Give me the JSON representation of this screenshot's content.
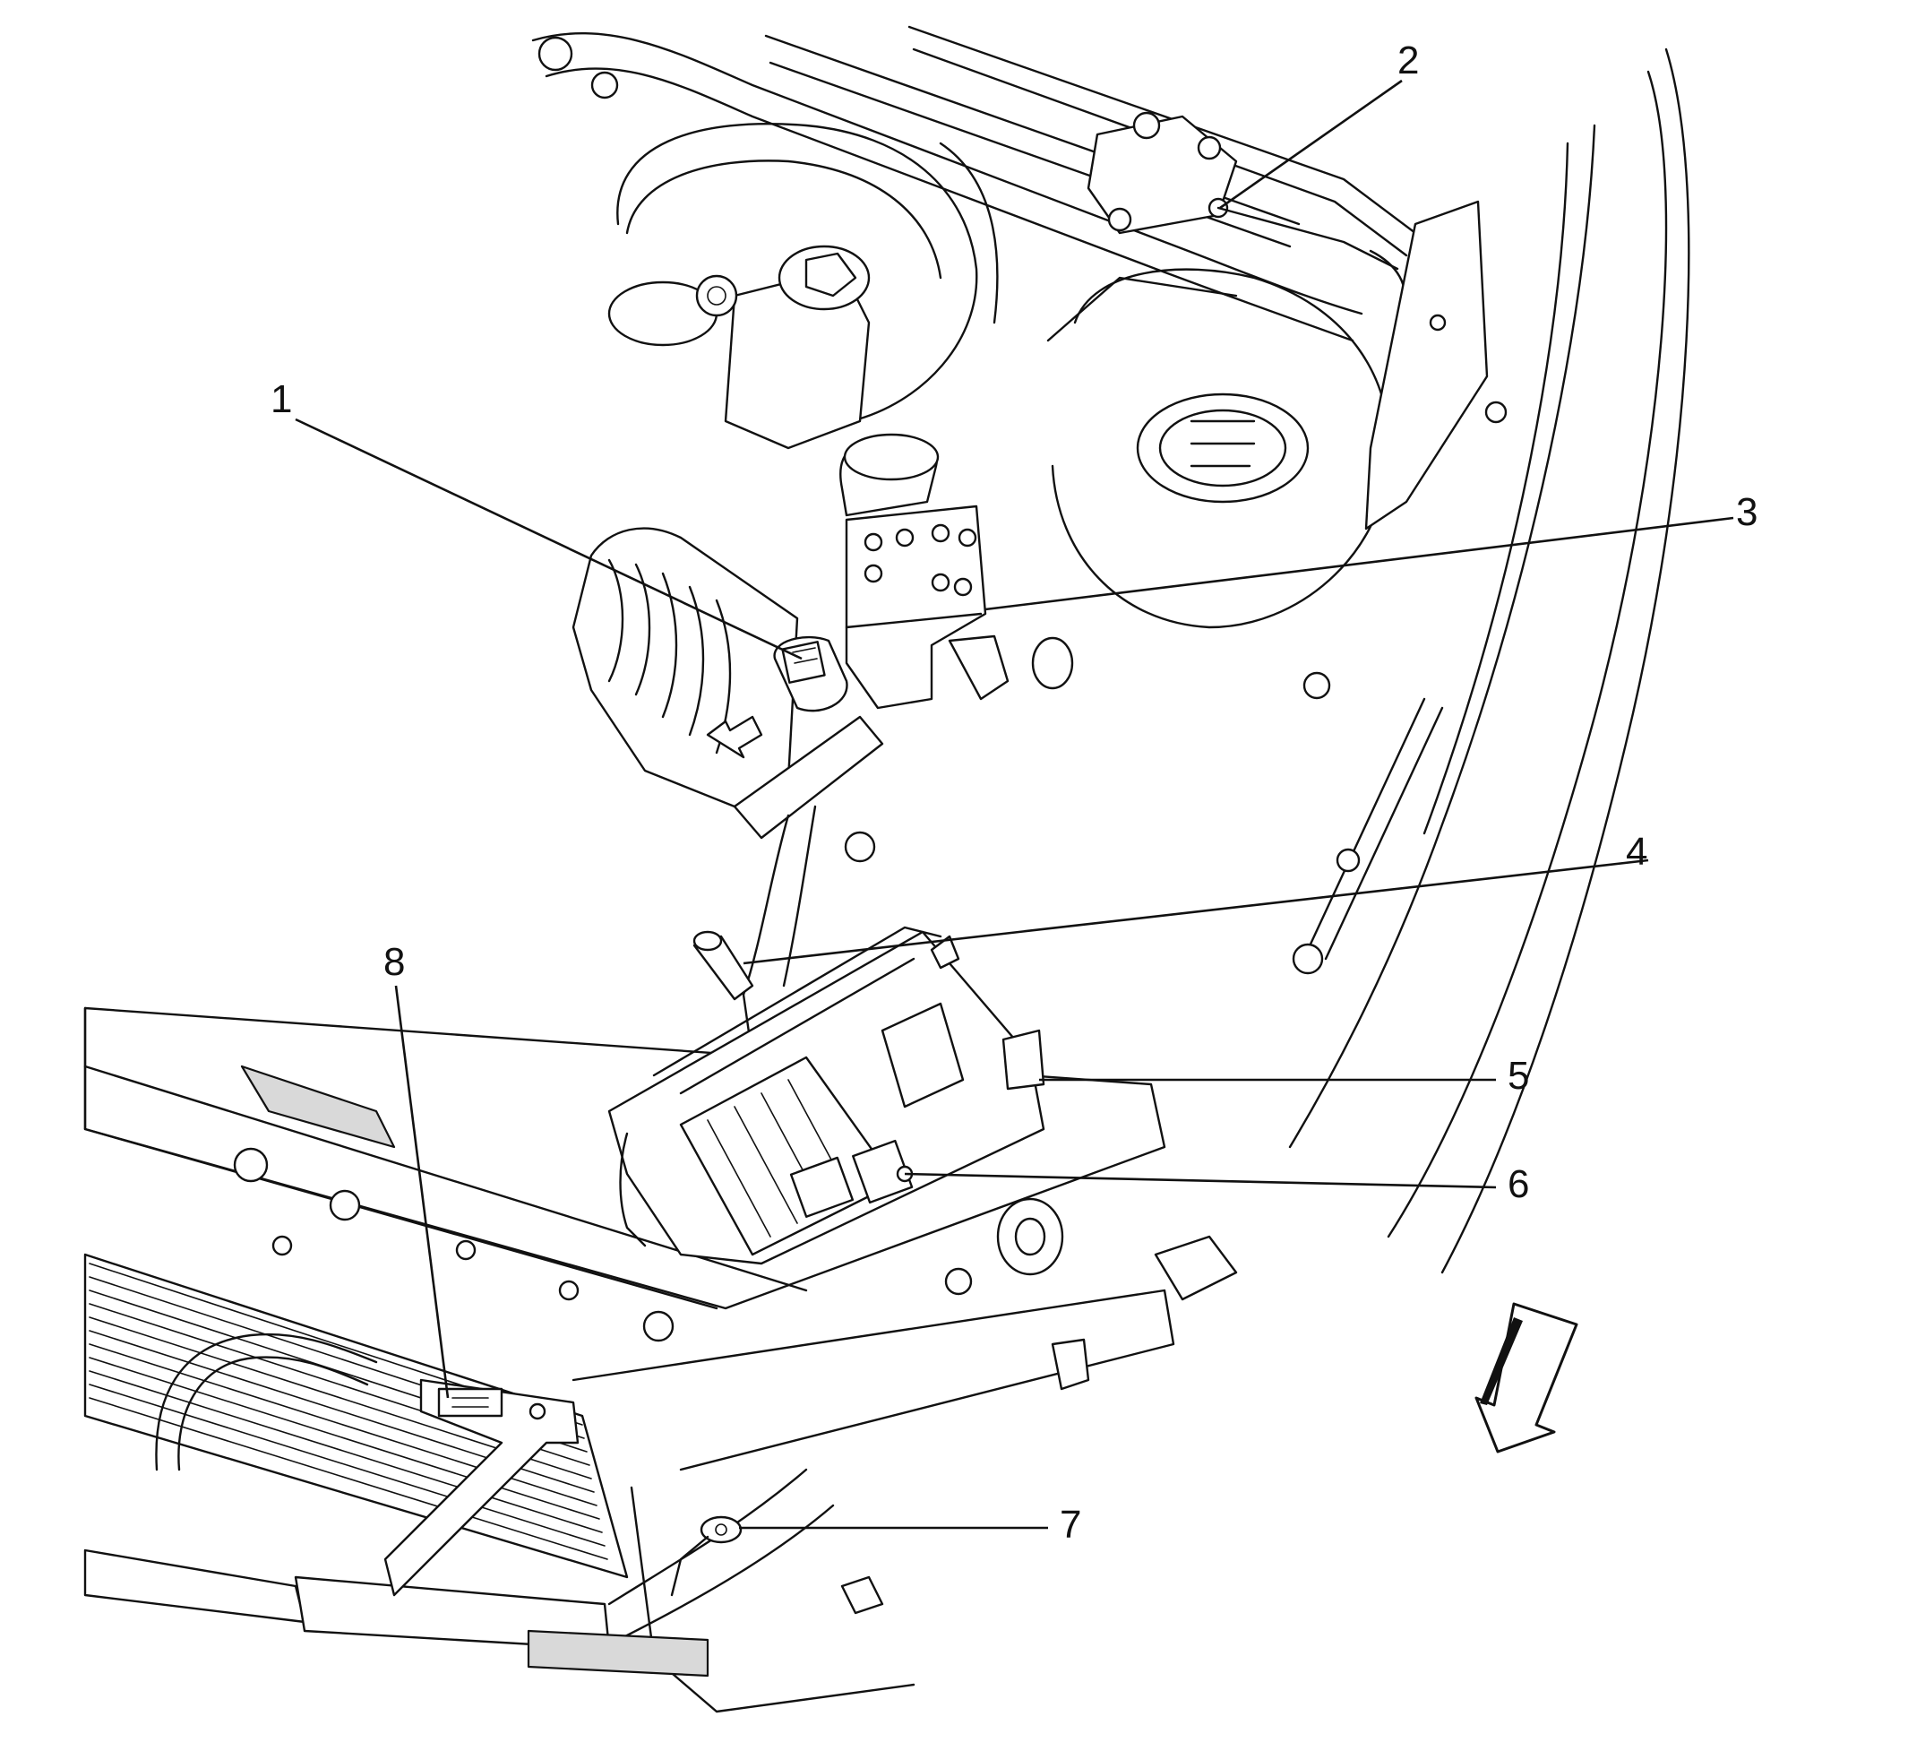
{
  "callouts": [
    {
      "label": "1"
    },
    {
      "label": "2"
    },
    {
      "label": "3"
    },
    {
      "label": "4"
    },
    {
      "label": "5"
    },
    {
      "label": "6"
    },
    {
      "label": "7"
    },
    {
      "label": "8"
    }
  ],
  "colors": {
    "ink": "#111111",
    "paper": "#ffffff",
    "shade": "#d9d9d9"
  },
  "icons": {
    "direction_arrow": "front-direction-arrow-icon"
  }
}
